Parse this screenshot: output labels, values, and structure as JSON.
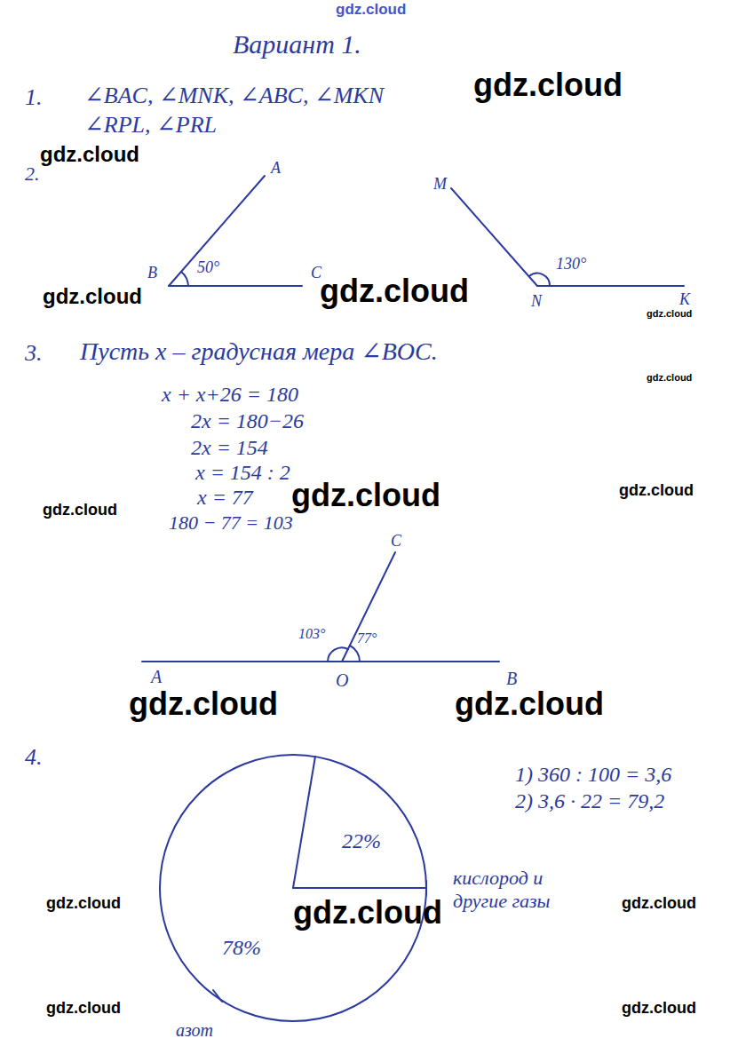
{
  "diagram": {
    "title": "Вариант 1.",
    "labels": [
      "gdz.cloud",
      "1.",
      "∠BAC, ∠MNK, ∠ABC, ∠MKN",
      "gdz.cloud",
      "∠RPL, ∠PRL",
      "gdz.cloud",
      "2.",
      "A",
      "M",
      "B",
      "50°",
      "C",
      "130°",
      "gdz.cloud",
      "gdz.cloud",
      "N",
      "K",
      "gdz.cloud",
      "3.",
      "Пусть x – градусная мера ∠BOC.",
      "gdz.cloud",
      "x + x+26 = 180",
      "2x = 180−26",
      "2x = 154",
      "x = 154 : 2",
      "gdz.cloud",
      "x = 77",
      "gdz.cloud",
      "gdz.cloud",
      "180 − 77 = 103",
      "C",
      "103°",
      "77°",
      "A",
      "O",
      "B",
      "gdz.cloud",
      "gdz.cloud",
      "4.",
      "1) 360 : 100 = 3,6",
      "2) 3,6 · 22 = 79,2",
      "22%",
      "кислород и",
      "gdz.cloud",
      "gdz.cloud",
      "другие газы",
      "gdz.cloud",
      "78%",
      "gdz.cloud",
      "gdz.cloud",
      "азот"
    ]
  }
}
